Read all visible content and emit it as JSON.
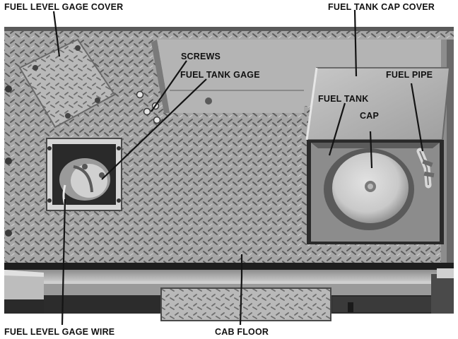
{
  "figure": {
    "labels": {
      "fuel_level_gage_cover": "FUEL LEVEL GAGE COVER",
      "fuel_tank_cap_cover": "FUEL TANK CAP COVER",
      "screws": "SCREWS",
      "fuel_tank_gage": "FUEL TANK GAGE",
      "fuel_pipe": "FUEL PIPE",
      "fuel_tank": "FUEL TANK",
      "cap": "CAP",
      "fuel_level_gage_wire": "FUEL LEVEL GAGE WIRE",
      "cab_floor": "CAB FLOOR"
    },
    "colors": {
      "plate": "#a9a9a9",
      "plate_shadow": "#6a6a6a",
      "dark": "#1e1e1e",
      "metal_light": "#c8c8c8"
    }
  }
}
